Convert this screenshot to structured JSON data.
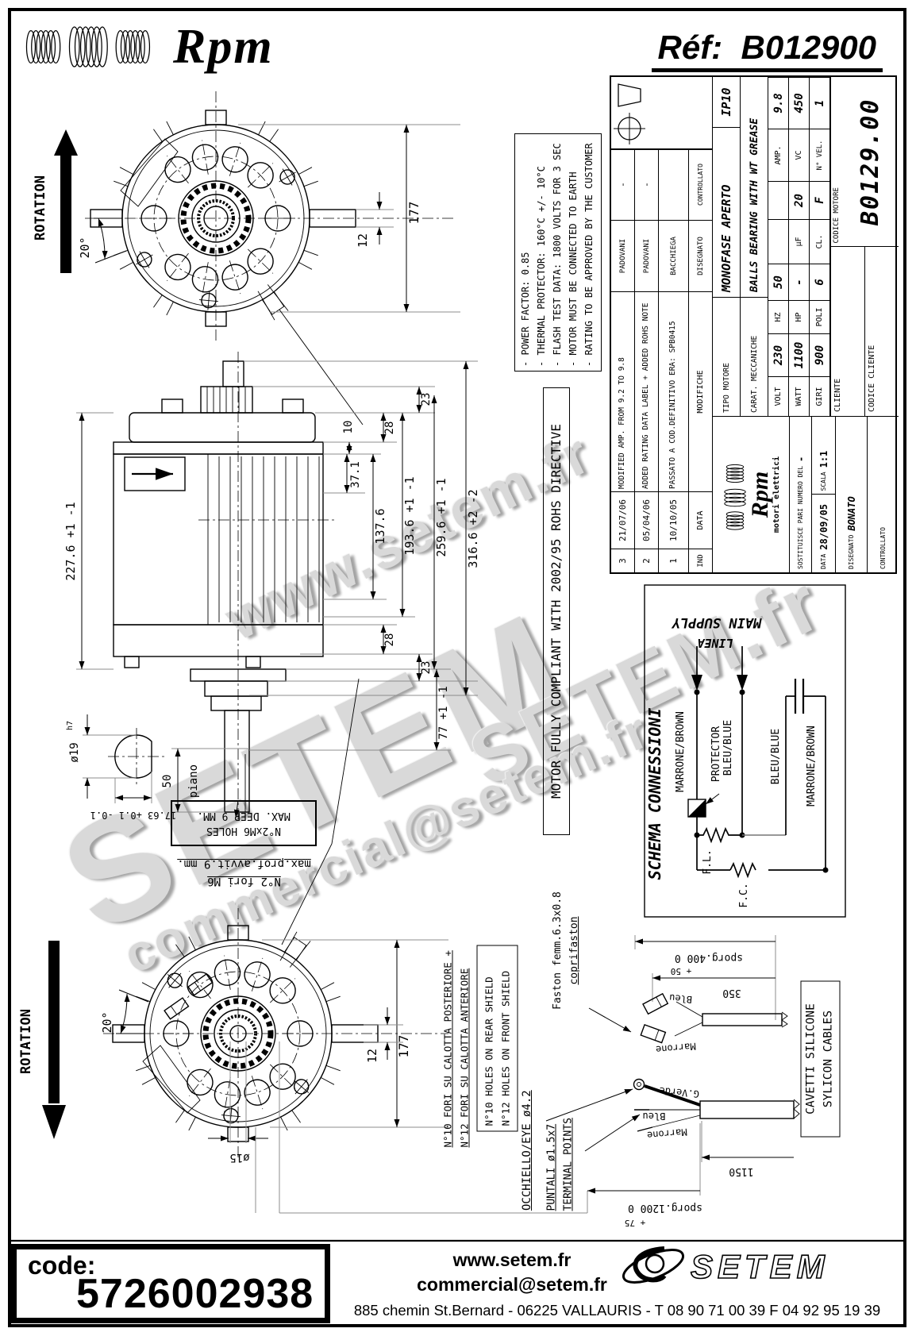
{
  "hd": {
    "brand": "Rpm",
    "ref_label": "Réf:",
    "ref_value": "B012900"
  },
  "wm": {
    "w1": "www.setem.fr",
    "w2": "SETEM",
    "w3": "SETEM.fr",
    "w4": "commercial@setem.fr"
  },
  "v1": {
    "rotation": "ROTATION",
    "angle": "20°",
    "d177": "177",
    "d12": "12"
  },
  "v2": {
    "rotation": "ROTATION",
    "angle": "20°",
    "d177": "177",
    "d12": "12",
    "d15": "ø15"
  },
  "sd": {
    "d2276": "227.6 +1 -1",
    "d23t": "23",
    "d28t": "28",
    "d10": "10",
    "d371": "37.1",
    "d1376": "137.6",
    "d1936": "193.6 +1 -1",
    "d2596": "259.6 +1 -1",
    "d3166": "316.6 +2 -2",
    "d28b": "28",
    "d23b": "23",
    "d77": "77 +1 -1",
    "d50": "50",
    "piano": "piano",
    "d19": "ø19",
    "h7": "h7",
    "flat": "17.63 +0.1 -0.1"
  },
  "notes": {
    "l1": "- POWER FACTOR: 0.85",
    "l2": "- THERMAL PROTECTOR: 160°C +/- 10°C",
    "l3": "- FLASH TEST DATA: 1800 VOLTS FOR 3 SEC",
    "l4": "- MOTOR MUST BE CONNECTED TO EARTH",
    "l5": "- RATING TO BE APPROVED BY THE CUSTOMER"
  },
  "rohs": {
    "text": "MOTOR FULLY COMPLIANT WITH 2002/95 ROHS DIRECTIVE"
  },
  "m6b": {
    "l1": "N°2xM6 HOLES",
    "l2": "MAX. DEEP 9 MM."
  },
  "m6n": {
    "l1": "N°2 fori M6",
    "l2": "max.prof.avvit.9 mm."
  },
  "hit": {
    "l1": "N°10 FORI SU CALOTTA POSTERIORE +",
    "l2": "N°12 FORI SU CALOTTA ANTERIORE"
  },
  "hen": {
    "l1": "N°10 HOLES ON REAR SHIELD",
    "l2": "N°12 HOLES ON FRONT SHIELD"
  },
  "eye": {
    "text": "OCCHIELLO/EYE ø4.2"
  },
  "term": {
    "l1": "PUNTALI ø1.5x7",
    "l2": "TERMINAL POINTS"
  },
  "fas": {
    "l1": "Faston femm.6.3x0.8",
    "l2": "coprifaston"
  },
  "cav": {
    "l1": "CAVETTI SILICONE",
    "l2": "SYLICON CABLES"
  },
  "cab": {
    "sporg400": "sporg.400  0",
    "sporg400_tol": "+ 50",
    "d350": "350",
    "bleu1": "Bleu",
    "marrone1": "Marrone",
    "gverde": "G.Verde",
    "bleu2": "Bleu",
    "marrone2": "Marrone",
    "d1150": "1150",
    "sporg1200": "sporg.1200  0",
    "sporg1200_tol": "+ 75"
  },
  "sch": {
    "title": "SCHEMA CONNESSIONI",
    "main_supply": "MAIN SUPPLY",
    "linea": "LINEA",
    "marrone_left": "MARRONE/BROWN",
    "protector": "PROTECTOR",
    "bleu_mid": "BLEU/BLUE",
    "bleu_right": "BLEU/BLUE",
    "marrone_right": "MARRONE/BROWN",
    "fl": "F.L.",
    "fc": "F.C."
  },
  "tb": {
    "rev": [
      {
        "ind": "3",
        "date": "21/07/06",
        "desc": "MODIFIED AMP. FROM 9.2 TO 9.8",
        "dis": "PADOVANI",
        "ctrl": "-"
      },
      {
        "ind": "2",
        "date": "05/04/06",
        "desc": "ADDED RATING DATA LABEL + ADDED ROHS NOTE",
        "dis": "PADOVANI",
        "ctrl": "-"
      },
      {
        "ind": "1",
        "date": "10/10/05",
        "desc": "PASSATO A COD.DEFINITIVO ERA: SPB0415",
        "dis": "BACCHIEGA",
        "ctrl": ""
      }
    ],
    "h_ind": "IND",
    "h_data": "DATA",
    "h_mod": "MODIFICHE",
    "h_dis": "DISEGNATO",
    "h_ctrl": "CONTROLLATO",
    "tipo_l": "TIPO MOTORE",
    "tipo": "MONOFASE APERTO",
    "ip": "IP10",
    "carat_l": "CARAT. MECCANICHE",
    "carat": "BALLS BEARING WITH WT GREASE",
    "volt_l": "VOLT",
    "volt": "230",
    "hz_l": "HZ",
    "hz": "50",
    "amp_l": "AMP.",
    "amp": "9.8",
    "watt_l": "WATT",
    "watt": "1100",
    "hp_l": "HP",
    "hp": "-",
    "uf_l": "µF",
    "uf": "20",
    "vc_l": "VC",
    "vc": "450",
    "giri_l": "GIRI",
    "giri": "900",
    "poli_l": "POLI",
    "poli": "6",
    "cl_l": "CL.",
    "cl": "F",
    "nvel_l": "N° VEL.",
    "nvel": "1",
    "brand": "Rpm",
    "brand_sub": "motori elettrici",
    "sost_l": "SOSTITUISCE PARI NUMERO DEL",
    "sost": "-",
    "data_l": "DATA",
    "data": "28/09/05",
    "scala_l": "SCALA",
    "scala": "1:1",
    "dis_l": "DISEGNATO",
    "dis": "BONATO",
    "ctrl_l": "CONTROLLATO",
    "cliente_l": "CLIENTE",
    "cod_cliente_l": "CODICE CLIENTE",
    "cod_motore_l": "CODICE MOTORE",
    "cod_motore": "B0129.00"
  },
  "ft": {
    "code_label": "code:",
    "code": "5726002938",
    "web": "www.setem.fr",
    "email": "commercial@setem.fr",
    "address": "885 chemin St.Bernard  -  06225 VALLAURIS  -  T 08 90 71 00 39   F 04 92 95 19 39",
    "logo": "SETEM"
  }
}
